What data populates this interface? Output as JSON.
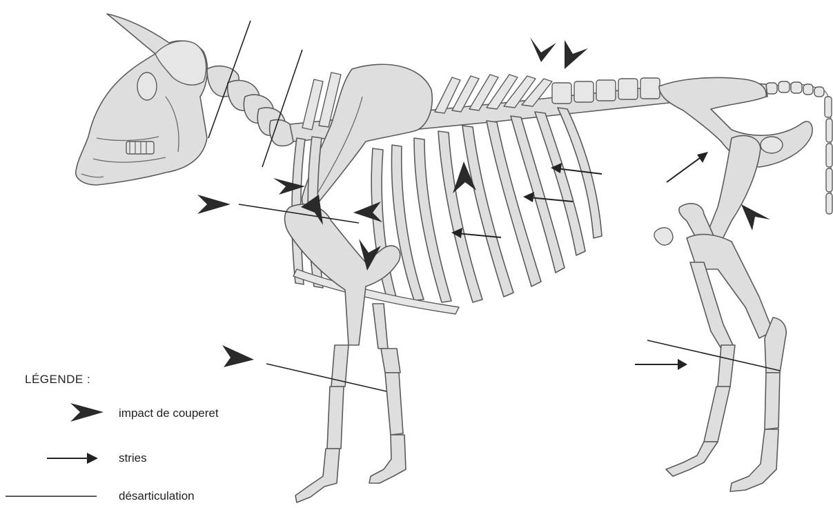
{
  "legend": {
    "title": "LÉGENDE :",
    "items": [
      {
        "symbol": "cleaver-impact",
        "label": "impact de couperet"
      },
      {
        "symbol": "striation-arrow",
        "label": "stries"
      },
      {
        "symbol": "disarticulation-line",
        "label": "désarticulation"
      }
    ]
  },
  "colors": {
    "bone_fill": "#dedede",
    "bone_stroke": "#5a5a5a",
    "marker": "#222222"
  }
}
